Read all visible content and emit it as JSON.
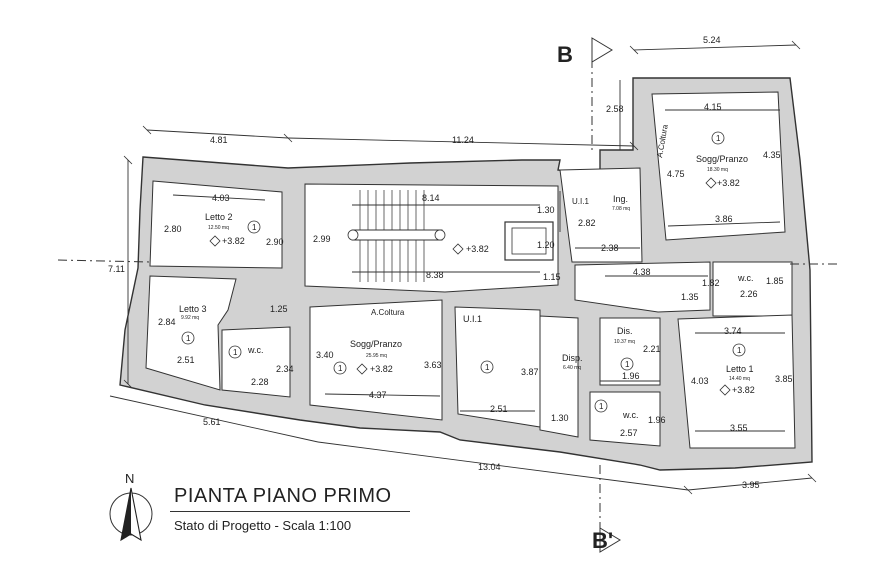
{
  "drawing": {
    "title": "PIANTA PIANO PRIMO",
    "subtitle": "Stato di Progetto - Scala 1:100",
    "north_label": "N",
    "section_top": "B",
    "section_bottom": "B'"
  },
  "rooms": [
    {
      "key": "letto2",
      "name": "Letto 2",
      "area": "12.50 mq",
      "level": "+3.82",
      "num": "1"
    },
    {
      "key": "letto3",
      "name": "Letto 3",
      "area": "9.92 mq",
      "num": "1"
    },
    {
      "key": "wc_left",
      "name": "w.c.",
      "num": "1"
    },
    {
      "key": "stair",
      "level": "+3.82"
    },
    {
      "key": "sogg_center",
      "name": "Sogg/Pranzo",
      "area": "25.95 mq",
      "level": "+3.82",
      "num": "1"
    },
    {
      "key": "corridor",
      "num": "1"
    },
    {
      "key": "disp",
      "name": "Disp.",
      "area": "6.40 mq"
    },
    {
      "key": "ing",
      "name": "Ing.",
      "area": "7.08 mq"
    },
    {
      "key": "sogg_right",
      "name": "Sogg/Pranzo",
      "area": "18.30 mq",
      "level": "+3.82",
      "num": "1"
    },
    {
      "key": "wc_right_top",
      "name": "w.c."
    },
    {
      "key": "dis",
      "name": "Dis.",
      "area": "10.37 mq",
      "num": "1"
    },
    {
      "key": "letto1",
      "name": "Letto 1",
      "area": "14.40 mq",
      "level": "+3.82",
      "num": "1"
    },
    {
      "key": "wc_right_bottom",
      "name": "w.c.",
      "num": "1"
    }
  ],
  "labels": {
    "a_coltura_center": "A.Coltura",
    "a_coltura_right": "A.Coltura",
    "u11_center": "U.I.1",
    "u11_ing": "U.I.1"
  },
  "dimensions": {
    "top_left": "4.81",
    "top_mid": "11.24",
    "top_right": "5.24",
    "right_small": "2.58",
    "left_vert": "7.11",
    "bottom_left": "5.61",
    "bottom_mid": "13.04",
    "bottom_right": "3.95",
    "l2_w": "4.03",
    "l2_h_l": "2.80",
    "l2_h_r": "2.90",
    "l3_h": "2.84",
    "l3_w": "2.51",
    "gap_125": "1.25",
    "wc_l_w": "2.28",
    "wc_l_h": "2.34",
    "stair_h": "2.99",
    "stair_w1": "8.14",
    "stair_w2": "8.38",
    "lift_h": "1.20",
    "lift_w": "1.30",
    "lift_off": "1.15",
    "sp_w": "4.37",
    "sp_h_l": "3.40",
    "sp_h_r": "3.63",
    "cor_h": "3.87",
    "cor_w": "2.51",
    "disp_w": "1.30",
    "ing_h": "2.82",
    "ing_w": "2.38",
    "sr_w_top": "4.15",
    "sr_w_bot": "3.86",
    "sr_h_l": "4.75",
    "sr_h_r": "4.35",
    "cor_r_w": "4.38",
    "wc_rt_w": "2.26",
    "wc_rt_h": "1.85",
    "wc_rt_b": "1.35",
    "wc_rt_s": "1.82",
    "dis_h": "2.21",
    "dis_w": "1.96",
    "l1_w_top": "3.74",
    "l1_w_bot": "3.55",
    "l1_h_l": "4.03",
    "l1_h_r": "3.85",
    "wc_rb_w": "2.57",
    "wc_rb_h": "1.96"
  }
}
